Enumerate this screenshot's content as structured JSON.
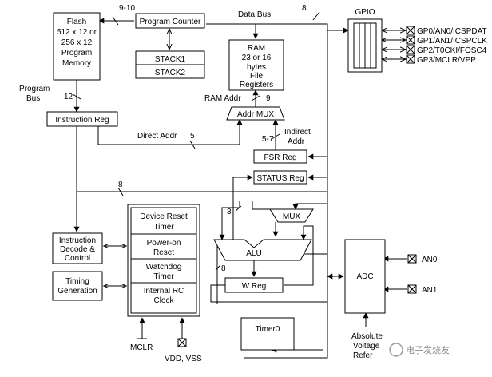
{
  "blocks": {
    "flash": {
      "lines": [
        "Flash",
        "512 x 12 or",
        "256 x 12",
        "Program",
        "Memory"
      ]
    },
    "program_counter": {
      "label": "Program Counter"
    },
    "stack1": {
      "label": "STACK1"
    },
    "stack2": {
      "label": "STACK2"
    },
    "ram": {
      "lines": [
        "RAM",
        "23 or 16",
        "bytes",
        "File",
        "Registers"
      ]
    },
    "gpio": {
      "label": "GPIO"
    },
    "instruction_reg": {
      "label": "Instruction Reg"
    },
    "addr_mux": {
      "label": "Addr MUX"
    },
    "fsr_reg": {
      "label": "FSR Reg"
    },
    "status_reg": {
      "label": "STATUS Reg"
    },
    "mux": {
      "label": "MUX"
    },
    "alu": {
      "label": "ALU"
    },
    "w_reg": {
      "label": "W Reg"
    },
    "timer_group": {
      "cells": [
        {
          "lines": [
            "Device Reset",
            "Timer"
          ]
        },
        {
          "lines": [
            "Power-on",
            "Reset"
          ]
        },
        {
          "lines": [
            "Watchdog",
            "Timer"
          ]
        },
        {
          "lines": [
            "Internal RC",
            "Clock"
          ]
        }
      ]
    },
    "instruction_decode": {
      "lines": [
        "Instruction",
        "Decode &",
        "Control"
      ]
    },
    "timing_generation": {
      "lines": [
        "Timing",
        "Generation"
      ]
    },
    "adc": {
      "label": "ADC"
    },
    "timer0": {
      "label": "Timer0"
    }
  },
  "labels": {
    "bus_9_10": "9-10",
    "data_bus": "Data Bus",
    "data_bus_width": "8",
    "program_bus": [
      "Program",
      "Bus"
    ],
    "program_bus_width": "12",
    "ram_addr": "RAM Addr",
    "ram_addr_width": "9",
    "direct_addr": "Direct Addr",
    "direct_addr_width": "5",
    "indirect_addr": [
      "Indirect",
      "Addr"
    ],
    "fsr_width": "5-7",
    "status_bus_width": "8",
    "mux_in_width": "3",
    "alu_w_width": "8",
    "mclr": "MCLR",
    "vdd_vss": "VDD, VSS",
    "absolute_vref": [
      "Absolute",
      "Voltage",
      "Refer"
    ]
  },
  "pins": {
    "gpio": [
      "GP0/AN0/ICSPDAT",
      "GP1/AN1/ICSPCLK",
      "GP2/T0CKI/FOSC4",
      "GP3/MCLR/VPP"
    ],
    "adc": [
      "AN0",
      "AN1"
    ]
  },
  "watermark": "电子发烧友"
}
